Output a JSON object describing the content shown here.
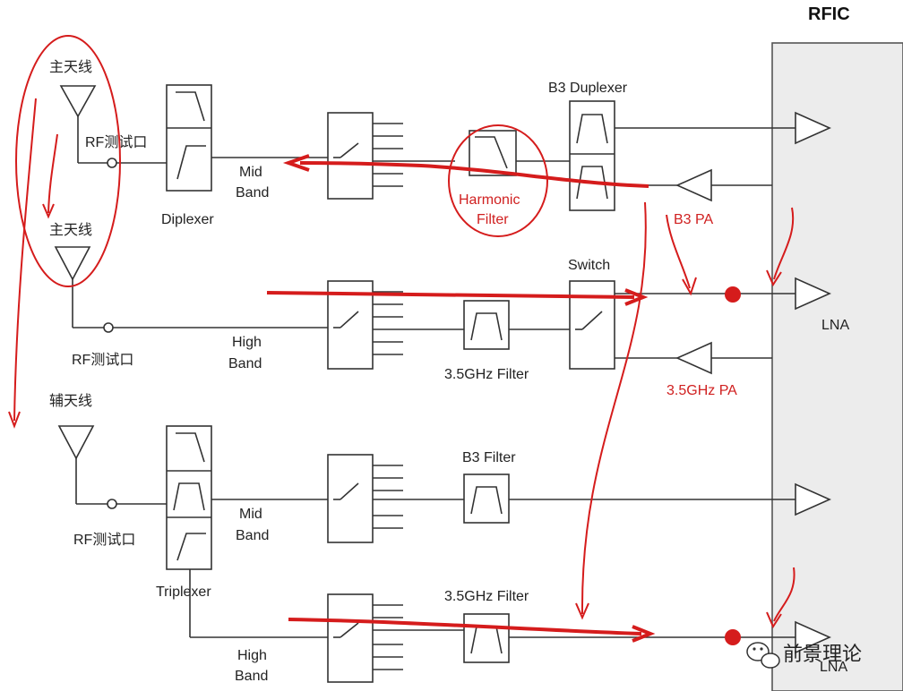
{
  "rfic": {
    "title": "RFIC"
  },
  "antennas": {
    "main1": "主天线",
    "main2": "主天线",
    "aux": "辅天线"
  },
  "test_ports": {
    "p1": "RF测试口",
    "p2": "RF测试口",
    "p3": "RF测试口"
  },
  "components": {
    "diplexer": "Diplexer",
    "triplexer": "Triplexer",
    "b3_duplexer": "B3 Duplexer",
    "switch": "Switch",
    "filter_35_top": "3.5GHz Filter",
    "filter_35_bottom": "3.5GHz Filter",
    "b3_filter": "B3 Filter",
    "harmonic_filter_line1": "Harmonic",
    "harmonic_filter_line2": "Filter",
    "lna_top": "LNA",
    "lna_bottom": "LNA",
    "b3_pa": "B3 PA",
    "pa_35": "3.5GHz PA"
  },
  "bands": {
    "mid1_a": "Mid",
    "mid1_b": "Band",
    "high1_a": "High",
    "high1_b": "Band",
    "mid2_a": "Mid",
    "mid2_b": "Band",
    "high2_a": "High",
    "high2_b": "Band"
  },
  "watermark": {
    "text": "前景理论"
  },
  "colors": {
    "accent_red": "#d51c1c",
    "rfic_fill": "#ececec",
    "line": "#333333"
  }
}
